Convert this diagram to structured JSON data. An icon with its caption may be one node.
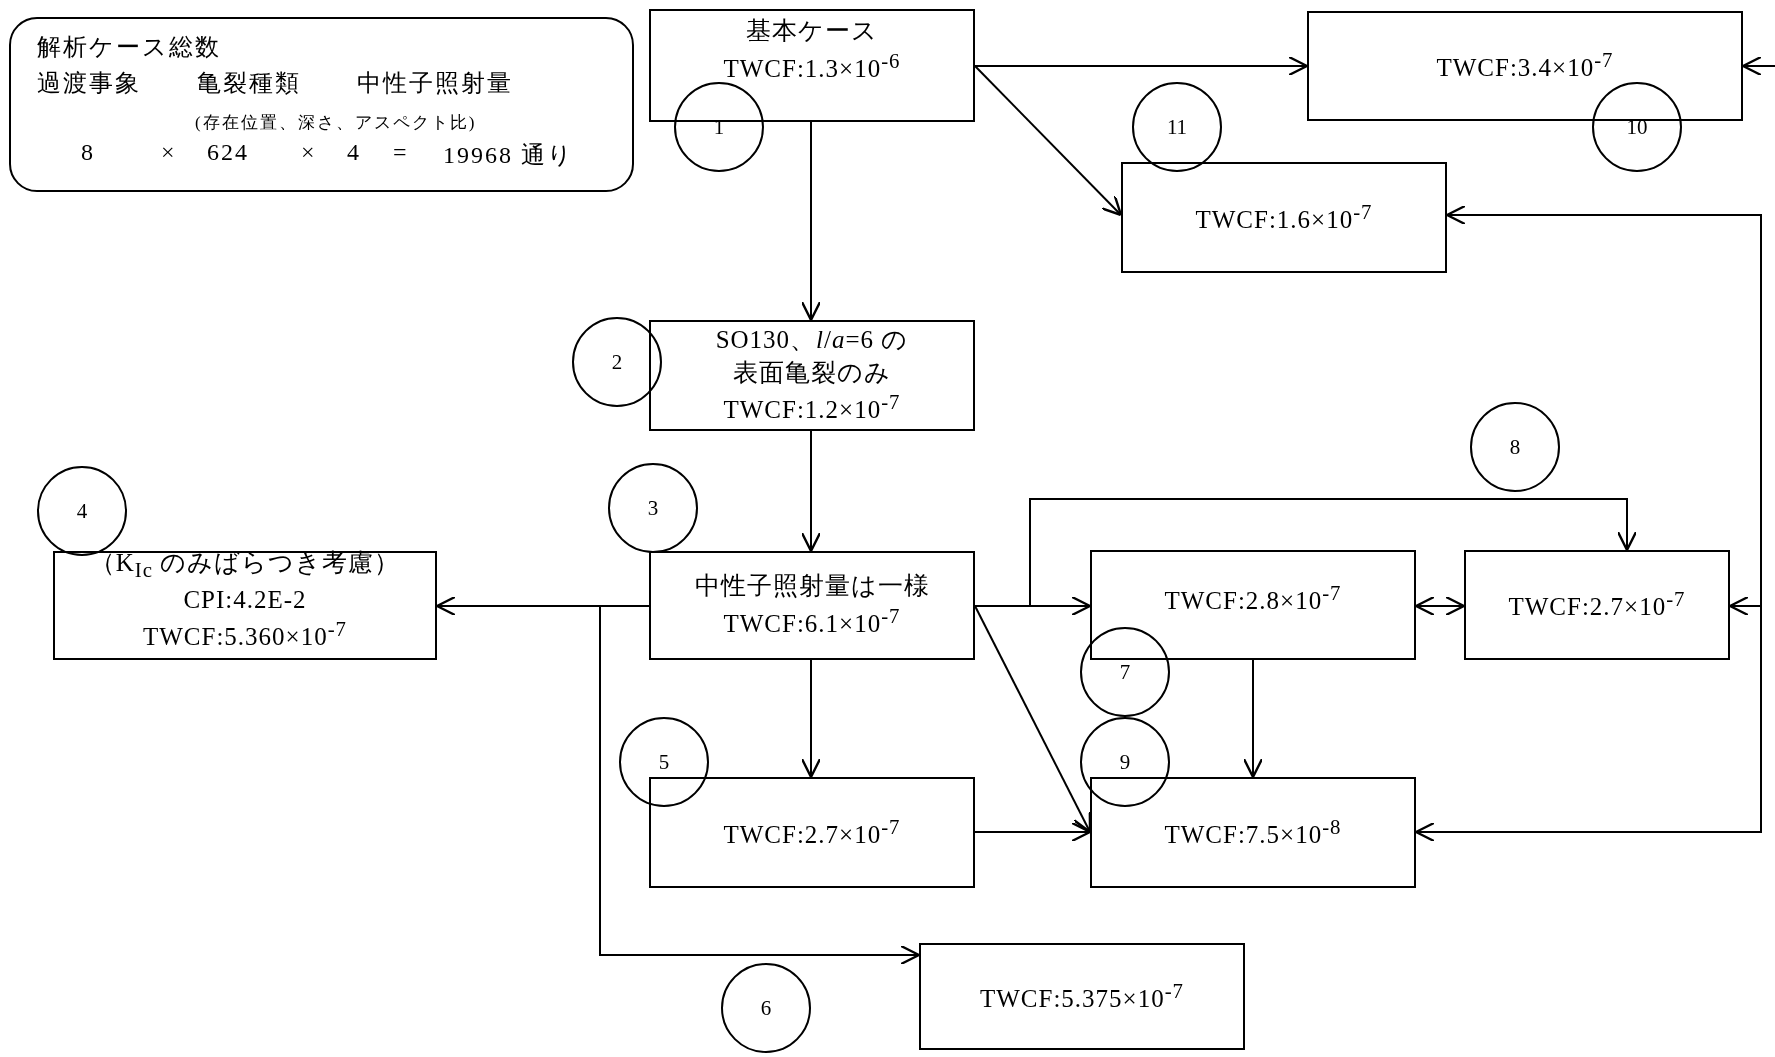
{
  "diagram": {
    "nodes": [
      {
        "text": [
          "解析ケース総数",
          "過渡事象",
          "亀裂種類",
          "中性子照射量",
          "(存在位置、深さ、アスペクト比)",
          "8",
          "×",
          "624",
          "×",
          "4",
          "=",
          "19968 通り"
        ]
      },
      {
        "text": [
          "基本ケース",
          "TWCF:1.3×10$^{-6}$"
        ]
      },
      {
        "text": [
          "TWCF:3.4×10$^{-7}$"
        ]
      },
      {
        "text": [
          "1"
        ]
      },
      {
        "text": [
          "11"
        ]
      },
      {
        "text": [
          "10"
        ]
      },
      {
        "text": [
          "TWCF:1.6×10$^{-7}$"
        ]
      },
      {
        "text": [
          "2"
        ]
      },
      {
        "text": [
          "SO130、*l*/*a*=6 の",
          "表面亀裂のみ",
          "TWCF:1.2×10$^{-7}$"
        ]
      },
      {
        "text": [
          "4"
        ]
      },
      {
        "text": [
          "3"
        ]
      },
      {
        "text": [
          "8"
        ]
      },
      {
        "text": [
          "（K$_{Ic}$ のみばらつき考慮）",
          "CPI:4.2E-2",
          "TWCF:5.360×10$^{-7}$"
        ]
      },
      {
        "text": [
          "中性子照射量は一様",
          "TWCF:6.1×10$^{-7}$"
        ]
      },
      {
        "text": [
          "TWCF:2.8×10$^{-7}$"
        ]
      },
      {
        "text": [
          "TWCF:2.7×10$^{-7}$"
        ]
      },
      {
        "text": [
          "7"
        ]
      },
      {
        "text": [
          "5"
        ]
      },
      {
        "text": [
          "9"
        ]
      },
      {
        "text": [
          "TWCF:2.7×10$^{-7}$"
        ]
      },
      {
        "text": [
          "TWCF:7.5×10$^{-8}$"
        ]
      },
      {
        "text": [
          "6"
        ]
      },
      {
        "text": [
          "TWCF:5.375×10$^{-7}$"
        ]
      }
    ],
    "edges": [
      {
        "from": 1,
        "to": 2,
        "arrow": "to"
      },
      {
        "from": 1,
        "to": 6,
        "arrow": "to"
      },
      {
        "from": 1,
        "to": 8,
        "arrow": "to"
      },
      {
        "from": 8,
        "to": 13,
        "arrow": "to"
      },
      {
        "from": 13,
        "to": 12,
        "arrow": "to"
      },
      {
        "from": 13,
        "to": 14,
        "arrow": "to"
      },
      {
        "from": 13,
        "to": 15,
        "arrow": "to"
      },
      {
        "from": 13,
        "to": 20,
        "arrow": "to"
      },
      {
        "from": 13,
        "to": 19,
        "arrow": "to"
      },
      {
        "from": 13,
        "to": 22,
        "arrow": "to"
      },
      {
        "from": 14,
        "to": 15,
        "arrow": "both"
      },
      {
        "from": 14,
        "to": 20,
        "arrow": "to"
      },
      {
        "from": 19,
        "to": 20,
        "arrow": "to"
      },
      {
        "from": null,
        "to": 2,
        "arrow": "to"
      },
      {
        "from": null,
        "to": 6,
        "arrow": "to"
      },
      {
        "from": null,
        "to": 15,
        "arrow": "to"
      },
      {
        "from": null,
        "to": 20,
        "arrow": "to"
      }
    ]
  }
}
